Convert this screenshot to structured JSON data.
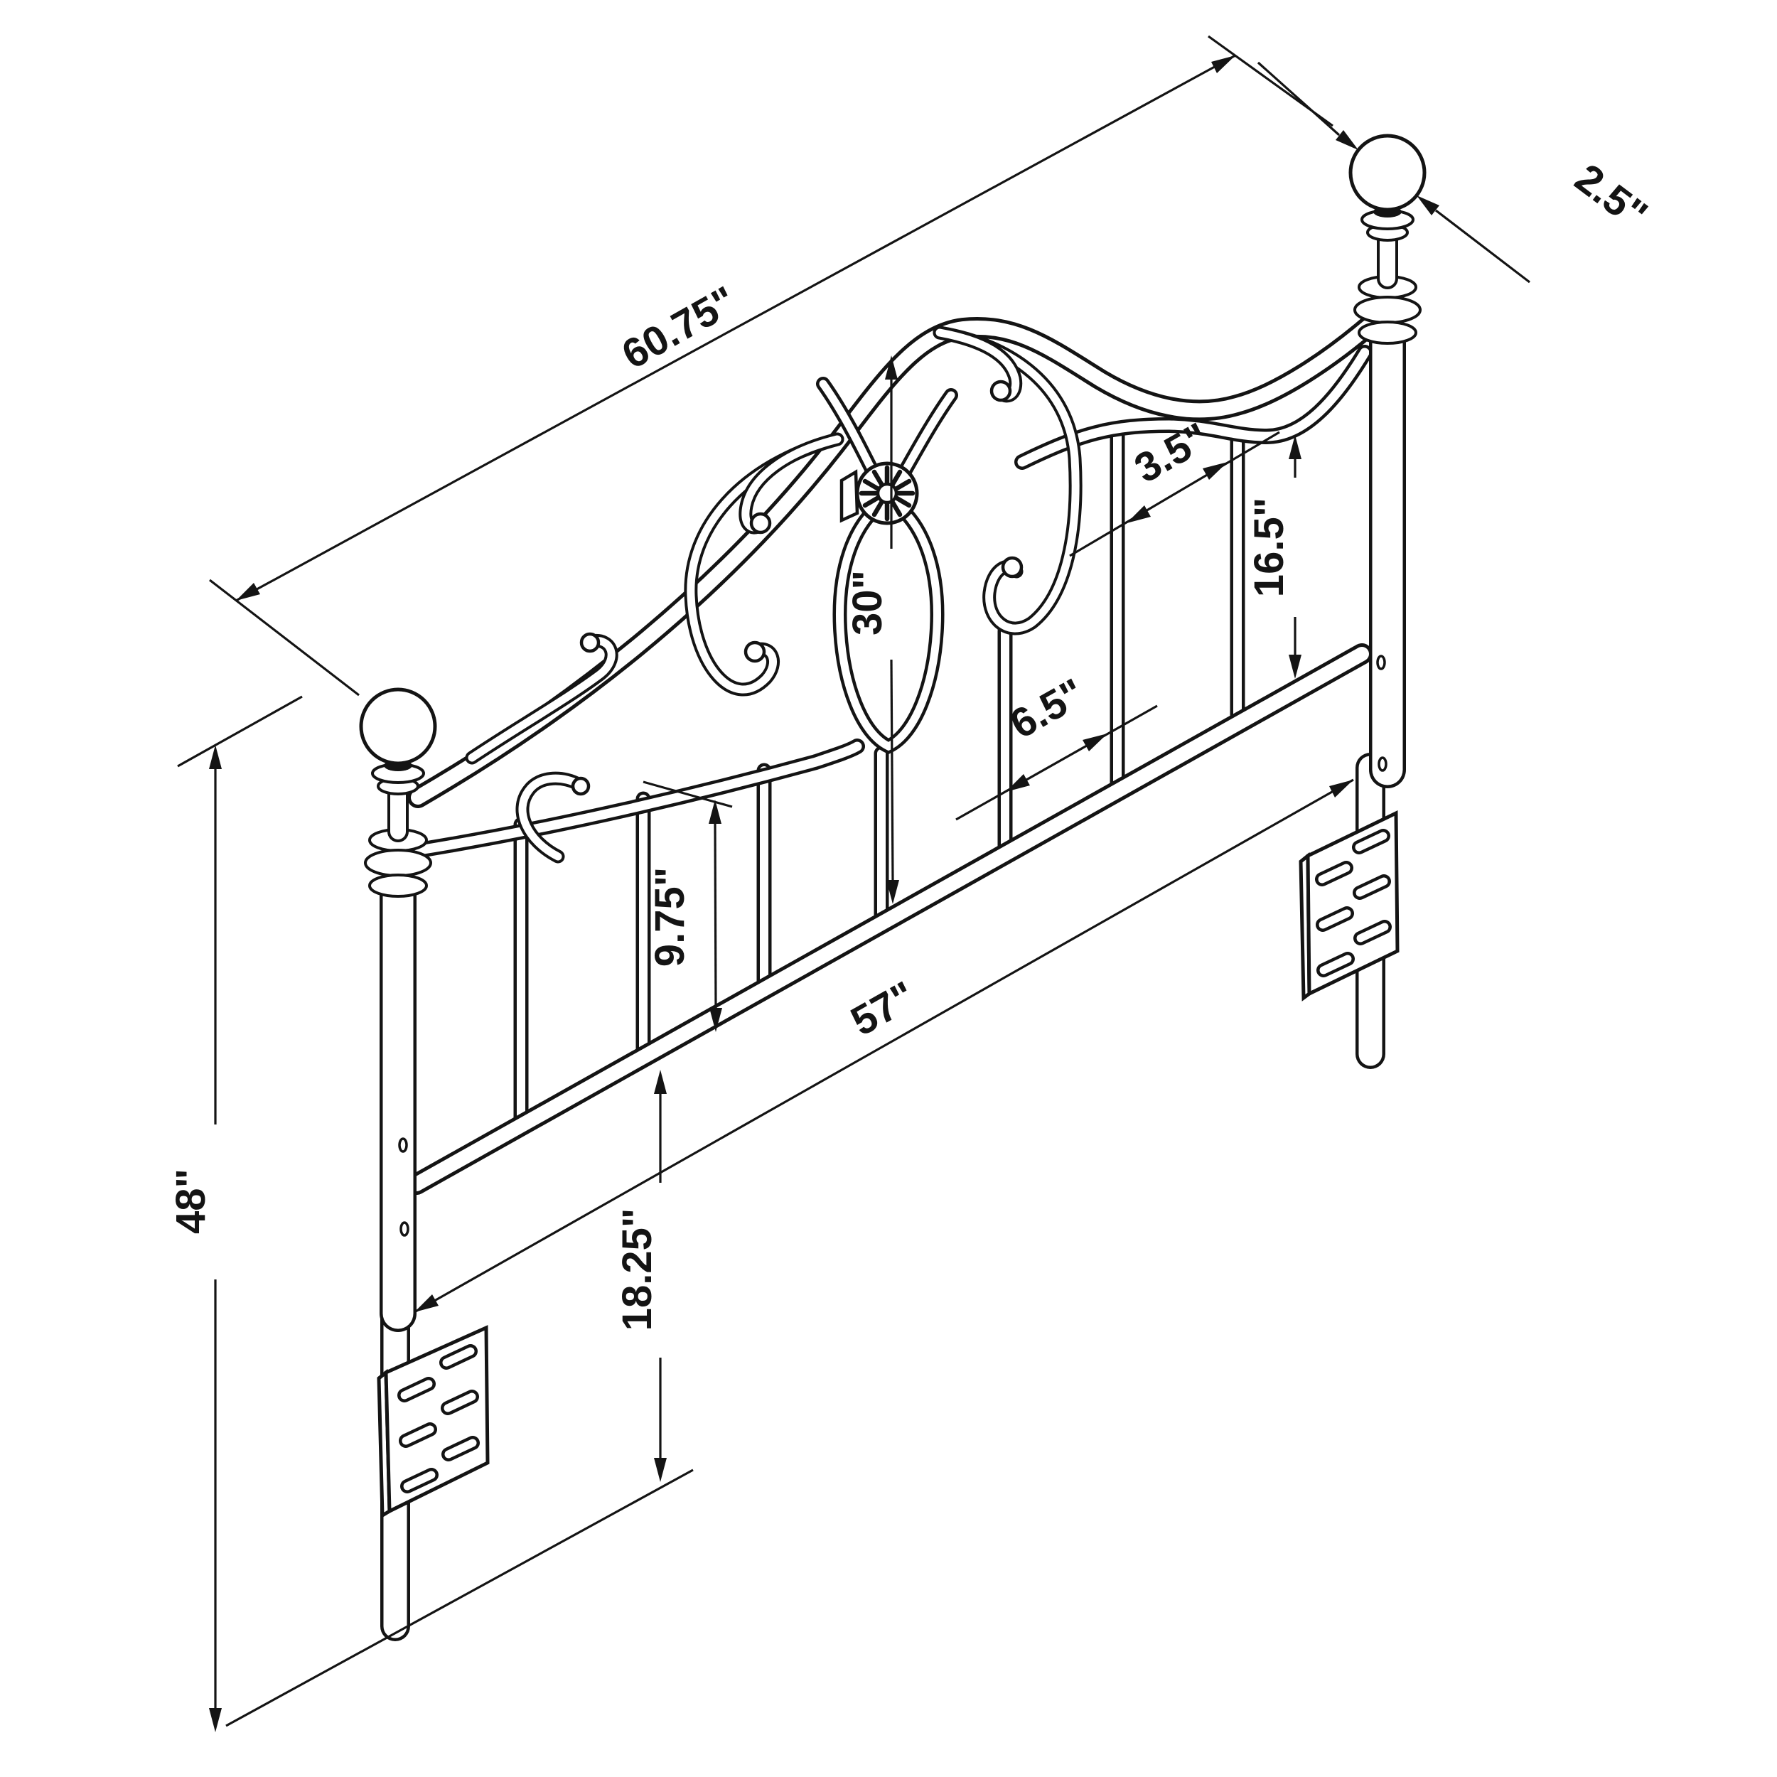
{
  "diagram": {
    "title": "headboard-isometric-dimension-drawing",
    "type": "technical line drawing (isometric view)",
    "subject": "metal headboard with arched scroll grill, ball finials, spindle bars and bed-frame mounting plates",
    "units": "inches",
    "line_color": "#141414",
    "background_color": "#ffffff",
    "dimensions": {
      "overall_width": "60.75\"",
      "finial_diameter": "2.5\"",
      "center_grill_height": "30\"",
      "narrow_bar_gap": "3.5\"",
      "right_section_height": "16.5\"",
      "wide_bar_gap": "6.5\"",
      "left_section_height": "9.75\"",
      "frame_width": "57\"",
      "mount_height": "18.25\"",
      "total_height": "48\""
    },
    "parts": {
      "posts": 2,
      "ball_finials": 2,
      "vertical_bars": 7,
      "mounting_plates": 2,
      "slots_per_plate": 6,
      "scroll_ball_tips": 6,
      "center_medallion": "flower rosette"
    }
  }
}
